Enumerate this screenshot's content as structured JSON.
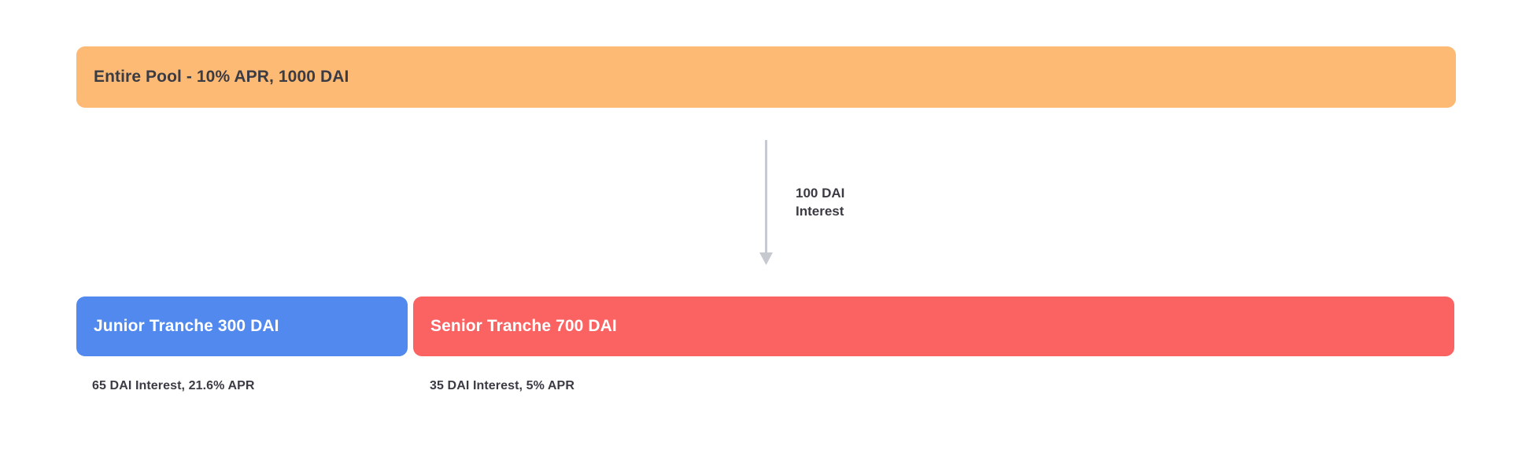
{
  "diagram": {
    "background_color": "#ffffff",
    "pool": {
      "label": "Entire Pool - 10% APR, 1000 DAI",
      "color": "#fcba74",
      "text_color": "#3b3b44",
      "apr": "10%",
      "amount": "1000 DAI"
    },
    "flow": {
      "arrow_icon": "down-arrow-icon",
      "arrow_color": "#c7c9d1",
      "label_line1": "100 DAI",
      "label_line2": "Interest",
      "amount": "100 DAI"
    },
    "tranches": [
      {
        "key": "junior",
        "label": "Junior Tranche 300 DAI",
        "caption": "65 DAI Interest, 21.6% APR",
        "color": "#5189ee",
        "text_color": "#ffffff",
        "principal": "300 DAI",
        "interest": "65 DAI",
        "apr": "21.6%",
        "share_percent": 24
      },
      {
        "key": "senior",
        "label": "Senior Tranche 700 DAI",
        "caption": "35 DAI Interest, 5% APR",
        "color": "#fb6363",
        "text_color": "#ffffff",
        "principal": "700 DAI",
        "interest": "35 DAI",
        "apr": "5%",
        "share_percent": 76
      }
    ]
  }
}
